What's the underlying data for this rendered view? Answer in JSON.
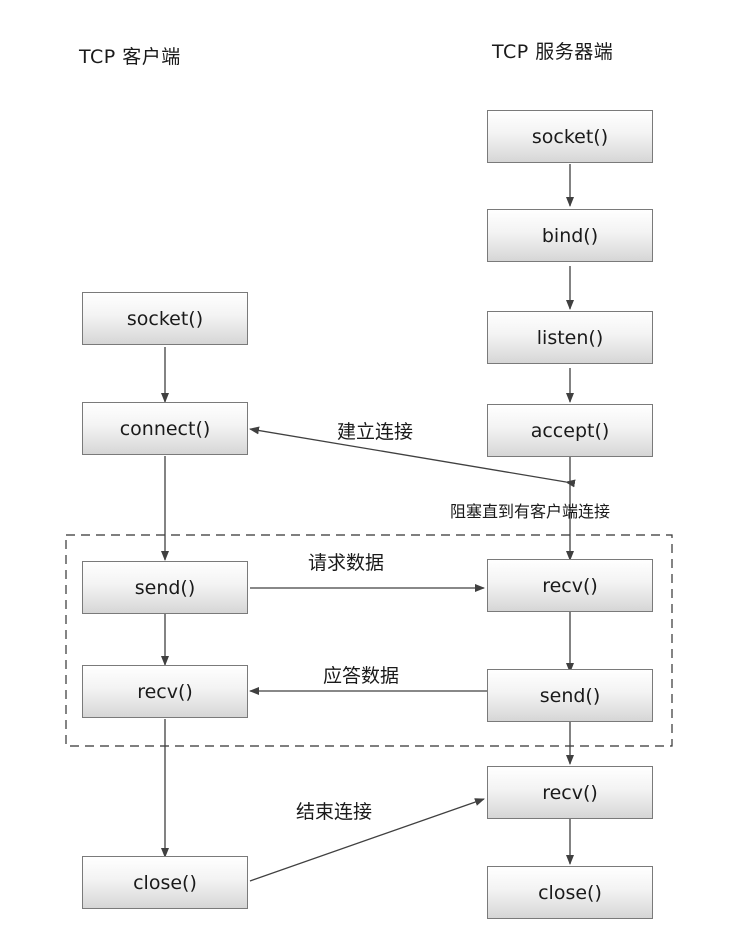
{
  "client": {
    "title": "TCP 客户端",
    "socket": "socket()",
    "connect": "connect()",
    "send": "send()",
    "recv": "recv()",
    "close": "close()"
  },
  "server": {
    "title": "TCP 服务器端",
    "socket": "socket()",
    "bind": "bind()",
    "listen": "listen()",
    "accept": "accept()",
    "recv": "recv()",
    "send": "send()",
    "recv2": "recv()",
    "close": "close()"
  },
  "labels": {
    "establish": "建立连接",
    "blocking": "阻塞直到有客户端连接",
    "request": "请求数据",
    "response": "应答数据",
    "end": "结束连接"
  }
}
